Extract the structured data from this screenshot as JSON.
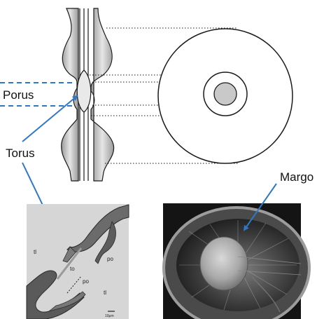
{
  "labels": {
    "porus": "Porus",
    "torus": "Torus",
    "margo": "Margo"
  },
  "micrograph_left": {
    "annotations": [
      "tl",
      "to",
      "po",
      "po",
      "tl"
    ],
    "scale_text": "10μm"
  },
  "colors": {
    "outline": "#1a1a1a",
    "arrow": "#2e78c7",
    "cell_fill": "#c9c9c9",
    "lumen_fill": "#ffffff"
  }
}
